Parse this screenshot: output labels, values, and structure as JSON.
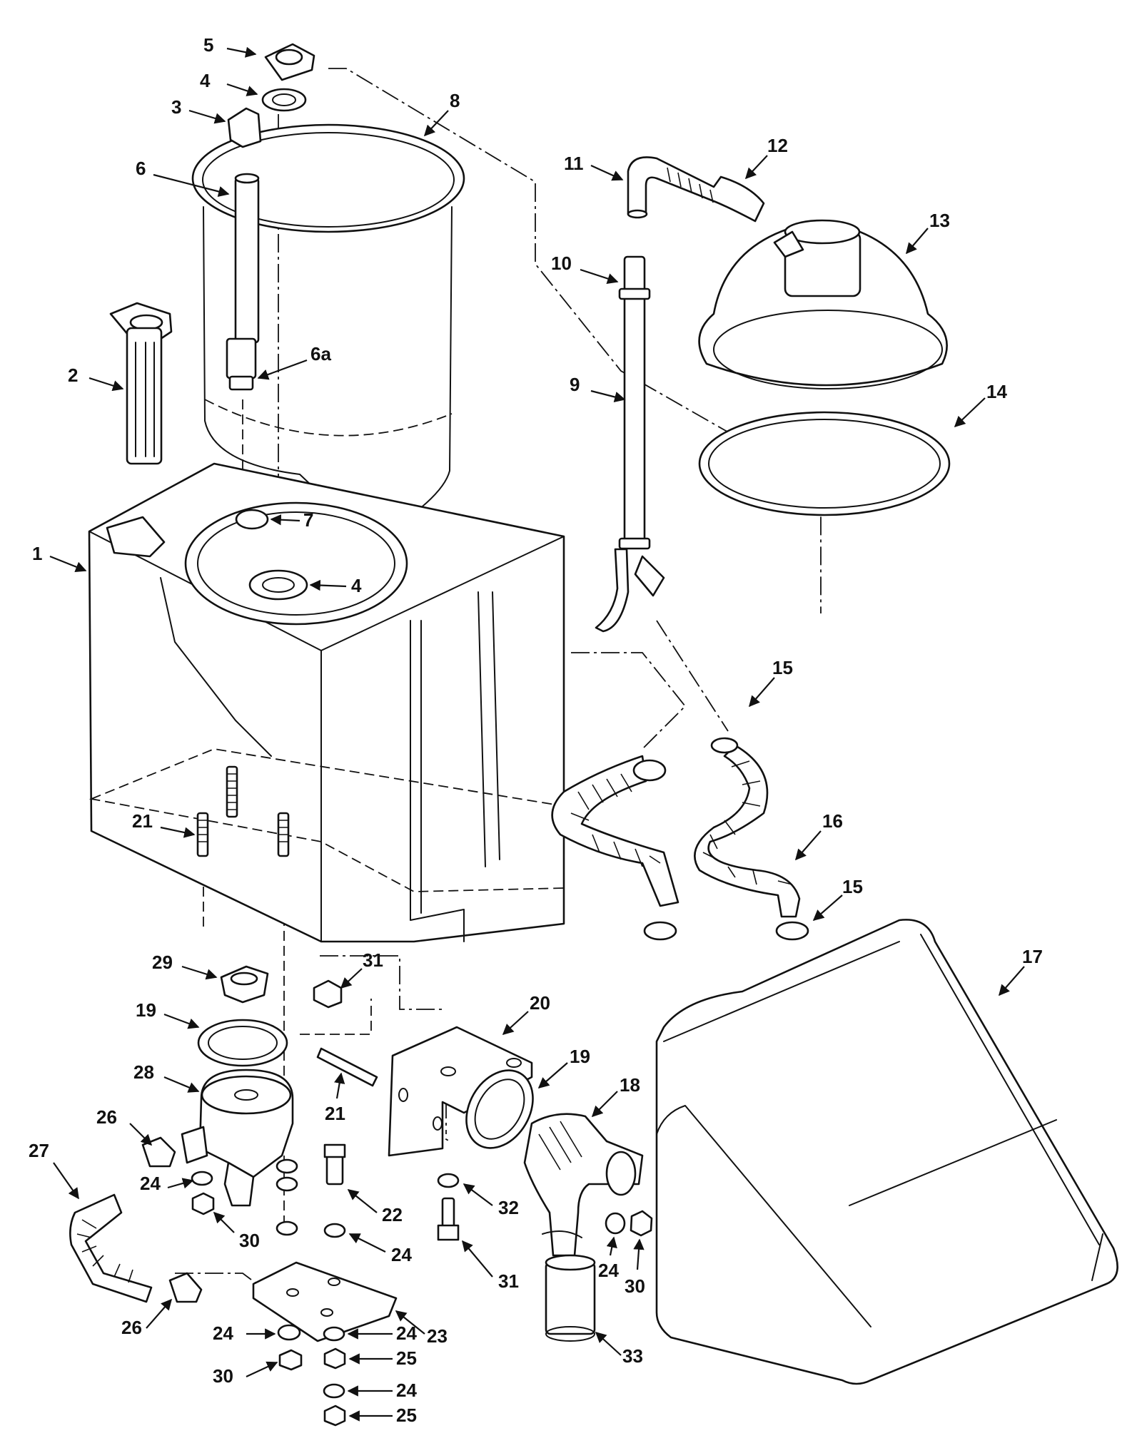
{
  "diagram": {
    "callouts": [
      {
        "id": "c5",
        "label": "5"
      },
      {
        "id": "c4a",
        "label": "4"
      },
      {
        "id": "c3",
        "label": "3"
      },
      {
        "id": "c8",
        "label": "8"
      },
      {
        "id": "c6",
        "label": "6"
      },
      {
        "id": "c2",
        "label": "2"
      },
      {
        "id": "c6a",
        "label": "6a"
      },
      {
        "id": "c7",
        "label": "7"
      },
      {
        "id": "c4b",
        "label": "4"
      },
      {
        "id": "c1",
        "label": "1"
      },
      {
        "id": "c11",
        "label": "11"
      },
      {
        "id": "c12",
        "label": "12"
      },
      {
        "id": "c13",
        "label": "13"
      },
      {
        "id": "c10",
        "label": "10"
      },
      {
        "id": "c9",
        "label": "9"
      },
      {
        "id": "c14",
        "label": "14"
      },
      {
        "id": "c15a",
        "label": "15"
      },
      {
        "id": "c16",
        "label": "16"
      },
      {
        "id": "c15b",
        "label": "15"
      },
      {
        "id": "c17",
        "label": "17"
      },
      {
        "id": "c21a",
        "label": "21"
      },
      {
        "id": "c29",
        "label": "29"
      },
      {
        "id": "c31a",
        "label": "31"
      },
      {
        "id": "c19a",
        "label": "19"
      },
      {
        "id": "c20",
        "label": "20"
      },
      {
        "id": "c28",
        "label": "28"
      },
      {
        "id": "c19b",
        "label": "19"
      },
      {
        "id": "c18",
        "label": "18"
      },
      {
        "id": "c21b",
        "label": "21"
      },
      {
        "id": "c26a",
        "label": "26"
      },
      {
        "id": "c27",
        "label": "27"
      },
      {
        "id": "c24a",
        "label": "24"
      },
      {
        "id": "c30a",
        "label": "30"
      },
      {
        "id": "c22",
        "label": "22"
      },
      {
        "id": "c24b",
        "label": "24"
      },
      {
        "id": "c32",
        "label": "32"
      },
      {
        "id": "c31b",
        "label": "31"
      },
      {
        "id": "c24c",
        "label": "24"
      },
      {
        "id": "c30b",
        "label": "30"
      },
      {
        "id": "c23",
        "label": "23"
      },
      {
        "id": "c33",
        "label": "33"
      },
      {
        "id": "c26b",
        "label": "26"
      },
      {
        "id": "c24d",
        "label": "24"
      },
      {
        "id": "c24e",
        "label": "24"
      },
      {
        "id": "c25a",
        "label": "25"
      },
      {
        "id": "c30c",
        "label": "30"
      },
      {
        "id": "c24f",
        "label": "24"
      },
      {
        "id": "c25b",
        "label": "25"
      }
    ]
  }
}
